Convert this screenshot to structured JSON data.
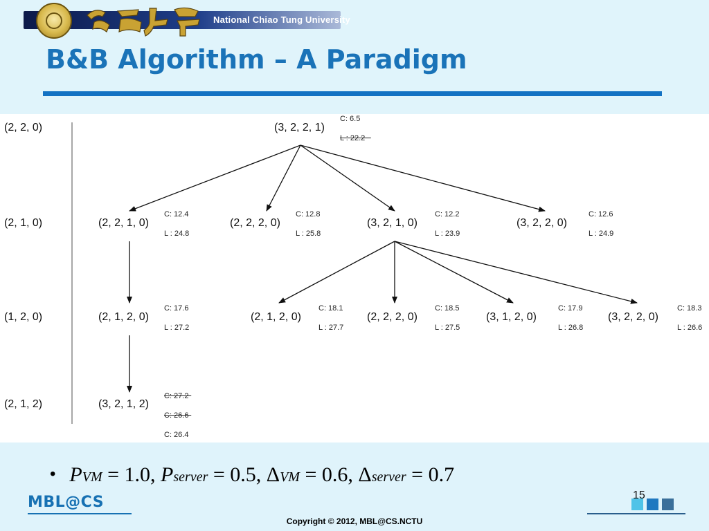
{
  "header": {
    "university_name": "National Chiao Tung University",
    "title": "B&B Algorithm – A Paradigm"
  },
  "tree": {
    "level_labels": [
      "(2, 2, 0)",
      "(2, 1, 0)",
      "(1, 2, 0)",
      "(2, 1, 2)"
    ],
    "nodes": [
      {
        "id": "root",
        "state": "(3, 2, 2, 1)",
        "costs": [
          {
            "text": "C: 6.5",
            "struck": false
          },
          {
            "text": "L : 22.2",
            "struck": true
          }
        ]
      },
      {
        "id": "n2210",
        "state": "(2, 2, 1, 0)",
        "costs": [
          {
            "text": "C: 12.4",
            "struck": false
          },
          {
            "text": "L : 24.8",
            "struck": false
          }
        ]
      },
      {
        "id": "n2220a",
        "state": "(2, 2, 2, 0)",
        "costs": [
          {
            "text": "C: 12.8",
            "struck": false
          },
          {
            "text": "L : 25.8",
            "struck": false
          }
        ]
      },
      {
        "id": "n3210",
        "state": "(3, 2, 1, 0)",
        "costs": [
          {
            "text": "C: 12.2",
            "struck": false
          },
          {
            "text": "L : 23.9",
            "struck": false
          }
        ]
      },
      {
        "id": "n3220a",
        "state": "(3, 2, 2, 0)",
        "costs": [
          {
            "text": "C: 12.6",
            "struck": false
          },
          {
            "text": "L : 24.9",
            "struck": false
          }
        ]
      },
      {
        "id": "n2120a",
        "state": "(2, 1, 2, 0)",
        "costs": [
          {
            "text": "C: 17.6",
            "struck": false
          },
          {
            "text": "L : 27.2",
            "struck": false
          }
        ]
      },
      {
        "id": "n2120b",
        "state": "(2, 1, 2, 0)",
        "costs": [
          {
            "text": "C: 18.1",
            "struck": false
          },
          {
            "text": "L : 27.7",
            "struck": false
          }
        ]
      },
      {
        "id": "n2220b",
        "state": "(2, 2, 2, 0)",
        "costs": [
          {
            "text": "C: 18.5",
            "struck": false
          },
          {
            "text": "L : 27.5",
            "struck": false
          }
        ]
      },
      {
        "id": "n3120",
        "state": "(3, 1, 2, 0)",
        "costs": [
          {
            "text": "C: 17.9",
            "struck": false
          },
          {
            "text": "L : 26.8",
            "struck": false
          }
        ]
      },
      {
        "id": "n3220b",
        "state": "(3, 2, 2, 0)",
        "costs": [
          {
            "text": "C: 18.3",
            "struck": false
          },
          {
            "text": "L : 26.6",
            "struck": false
          }
        ]
      },
      {
        "id": "n3212",
        "state": "(3, 2, 1, 2)",
        "costs": [
          {
            "text": "C: 27.2",
            "struck": true
          },
          {
            "text": "C: 26.6",
            "struck": true
          },
          {
            "text": "C: 26.4",
            "struck": false
          }
        ]
      }
    ],
    "edges": [
      [
        "root",
        "n2210"
      ],
      [
        "root",
        "n2220a"
      ],
      [
        "root",
        "n3210"
      ],
      [
        "root",
        "n3220a"
      ],
      [
        "n2210",
        "n2120a"
      ],
      [
        "n3210",
        "n2120b"
      ],
      [
        "n3210",
        "n2220b"
      ],
      [
        "n3210",
        "n3120"
      ],
      [
        "n3210",
        "n3220b"
      ],
      [
        "n2120a",
        "n3212"
      ]
    ]
  },
  "bullet": {
    "p": "P",
    "vm": "VM",
    "eq_p_vm": " = 1.0, ",
    "server": "server",
    "eq_p_server": " = 0.5, ",
    "delta": "Δ",
    "eq_d_vm": " = 0.6, ",
    "eq_d_server": " = 0.7"
  },
  "footer": {
    "logo": "MBL@CS",
    "page_number": "15",
    "copyright": "Copyright © 2012, MBL@CS.NCTU"
  },
  "colors": {
    "title": "#1a73b8",
    "rule": "#1372c3",
    "background": "#dff3fb"
  }
}
